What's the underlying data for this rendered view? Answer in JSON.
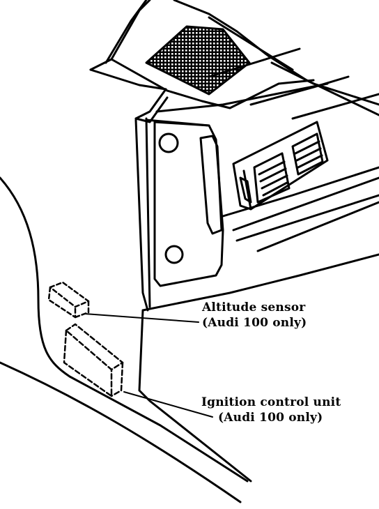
{
  "diagram": {
    "colors": {
      "ink": "#000000",
      "paper": "#ffffff"
    },
    "callouts": {
      "altitude_sensor": {
        "line1": "Altitude sensor",
        "line2": "(Audi 100 only)"
      },
      "ignition_control_unit": {
        "line1": "Ignition control unit",
        "line2": "(Audi 100 only)"
      }
    }
  }
}
